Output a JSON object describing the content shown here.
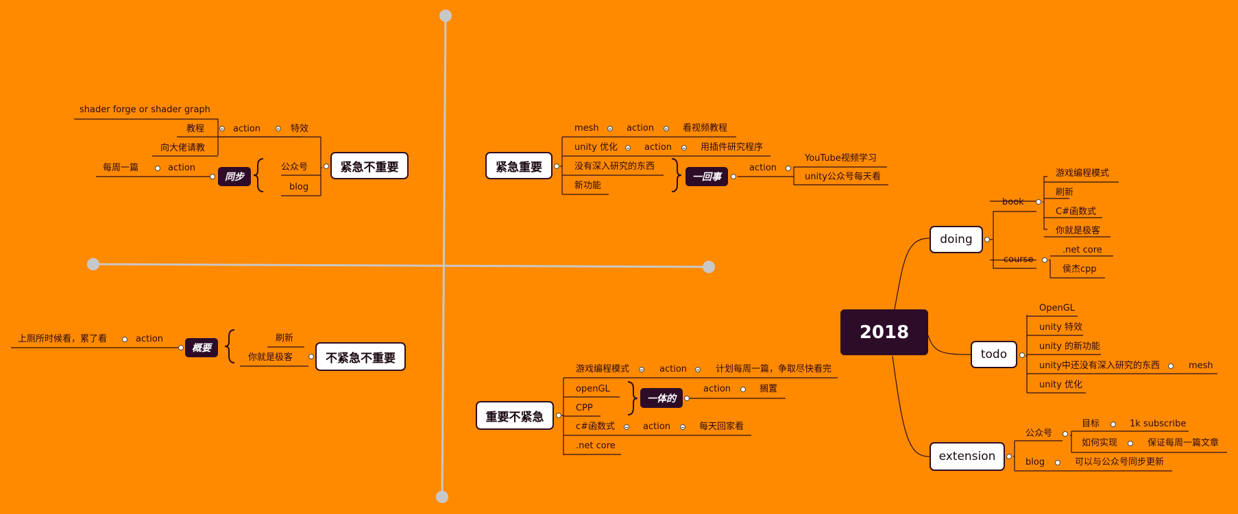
{
  "root": "2018",
  "main": {
    "doing": {
      "label": "doing",
      "book": {
        "label": "book",
        "items": [
          "游戏编程模式",
          "刷新",
          "C#函数式",
          "你就是极客"
        ]
      },
      "course": {
        "label": "course",
        "items": [
          ".net core",
          "侯杰cpp"
        ]
      }
    },
    "todo": {
      "label": "todo",
      "items": [
        "OpenGL",
        "unity 特效",
        "unity 的新功能",
        "unity中还没有深入研究的东西",
        "unity 优化"
      ],
      "sub": "mesh"
    },
    "extension": {
      "label": "extension",
      "gzh": {
        "label": "公众号",
        "goal": "目标",
        "goal_val": "1k subscribe",
        "how": "如何实现",
        "how_val": "保证每周一篇文章"
      },
      "blog": {
        "label": "blog",
        "val": "可以与公众号同步更新"
      }
    }
  },
  "q_urgent_important": {
    "label": "紧急重要",
    "items": [
      {
        "label": "mesh",
        "action": "action",
        "val": "看视频教程"
      },
      {
        "label": "unity 优化",
        "action": "action",
        "val": "用插件研究程序"
      },
      {
        "label": "没有深入研究的东西"
      },
      {
        "label": "新功能"
      }
    ],
    "summary": "一回事",
    "summary_action": "action",
    "summary_vals": [
      "YouTube视频学习",
      "unity公众号每天看"
    ]
  },
  "q_urgent_unimportant": {
    "label": "紧急不重要",
    "shader": "shader forge or shader graph",
    "tutorial": "教程",
    "tutorial_action": "action",
    "tutorial_val": "特效",
    "ask": "向大佬请教",
    "items": [
      "公众号",
      "blog"
    ],
    "summary": "同步",
    "summary_action": "action",
    "summary_val": "每周一篇"
  },
  "q_important_not_urgent": {
    "label": "重要不紧急",
    "top": {
      "label": "游戏编程模式",
      "action": "action",
      "val": "计划每周一篇，争取尽快看完"
    },
    "items": [
      "openGL",
      "CPP"
    ],
    "summary": "一体的",
    "summary_action": "action",
    "summary_val": "搁置",
    "csharp": {
      "label": "c#函数式",
      "action": "action",
      "val": "每天回家看"
    },
    "netcore": ".net core"
  },
  "q_not_urgent_not_important": {
    "label": "不紧急不重要",
    "items": [
      "刷新",
      "你就是极客"
    ],
    "summary": "概要",
    "summary_action": "action",
    "summary_val": "上厕所时候看，累了看"
  }
}
